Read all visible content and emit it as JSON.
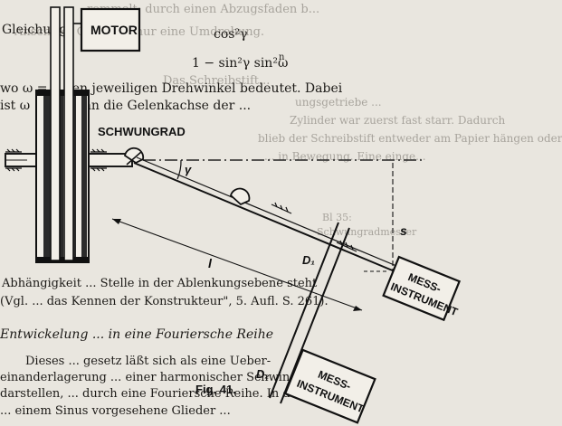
{
  "bleed": {
    "lines": [
      "rommelt; durch einen Abzugsfaden b...",
      "Anschlag. Gestattet nur eine Umdrehung.",
      "Das Schreibstift...",
      "ungsgetriebe ...",
      "Zylinder war zuerst fast starr. Dadurch",
      "blieb der Schreibstift entweder am Papier hängen oder",
      "... in Bewegung. Eine einge...",
      "Bl 35:",
      "Schwungradmesser"
    ]
  },
  "front": {
    "line1": "Gleichung:",
    "formula_numerator": "cos²γ",
    "formula_exponent": "n",
    "formula_denominator": "1 − sin²γ sin²ω",
    "line2": "wo ω = α den jeweiligen Drehwinkel bedeutet. Dabei",
    "line3": "ist ω = 0, wenn die Gelenkachse der ...",
    "line4": "Abhängigkeit ... Stelle in der Ablenkungsebene steht",
    "line5": "(Vgl. ... das Kennen der Konstrukteur\", 5. Aufl. S. 261).",
    "heading": "Entwickelung ... in eine Fouriersche Reihe",
    "line6": "Dieses ... gesetz läßt sich als eine Ueber-",
    "line7": "einanderlagerung ... einer harmonischer Schwingungen",
    "line8": "darstellen, ... durch eine Fouriersche Reihe. In der",
    "line9": "... einem Sinus vorgesehene Glieder ..."
  },
  "figure": {
    "motor_label": "MOTOR",
    "flywheel_label": "SCHWUNGRAD",
    "angle_symbol": "γ",
    "length_label": "l",
    "d1_label": "D₁",
    "d2_label": "D₂",
    "s_label": "s",
    "instrument_line1": "MESS-",
    "instrument_line2": "INSTRUMENT",
    "caption": "Fig. 41."
  }
}
